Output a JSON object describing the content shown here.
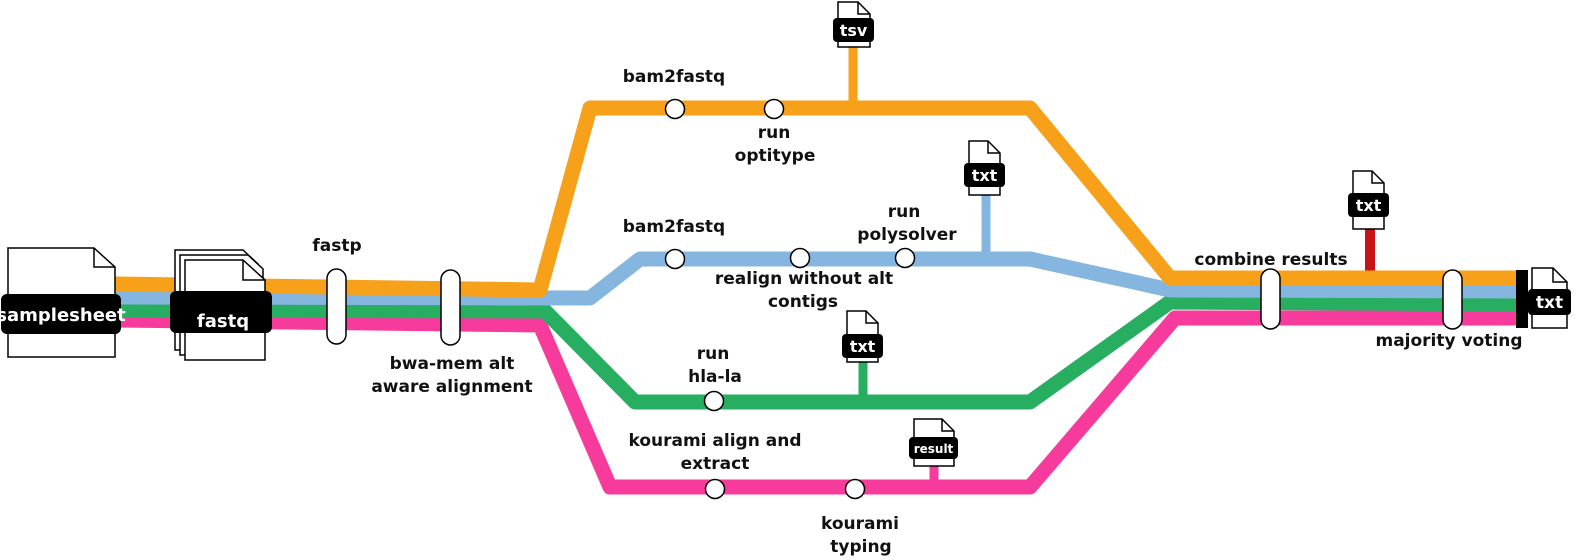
{
  "colors": {
    "optitype": "#f7a11a",
    "polysolver": "#85b6e0",
    "hlala": "#27ae60",
    "kourami": "#f73b9c",
    "combine_output": "#c81414",
    "file_tag": "#000000",
    "background": "#ffffff"
  },
  "input": {
    "samplesheet_label": "samplesheet",
    "fastq_label": "fastq"
  },
  "shared_steps": {
    "fastp": "fastp",
    "bwa_line1": "bwa-mem alt",
    "bwa_line2": "aware alignment"
  },
  "optitype": {
    "bam2fastq": "bam2fastq",
    "run_line1": "run",
    "run_line2": "optitype",
    "output_tag": "tsv"
  },
  "polysolver": {
    "bam2fastq": "bam2fastq",
    "realign_line1": "realign without alt",
    "realign_line2": "contigs",
    "run_line1": "run",
    "run_line2": "polysolver",
    "output_tag": "txt"
  },
  "hlala": {
    "run_line1": "run",
    "run_line2": "hla-la",
    "output_tag": "txt"
  },
  "kourami": {
    "align_line1": "kourami align and",
    "align_line2": "extract",
    "typing_line1": "kourami",
    "typing_line2": "typing",
    "output_tag": "result"
  },
  "combine": {
    "label": "combine results",
    "output_tag": "txt"
  },
  "voting": {
    "label": "majority voting",
    "output_tag": "txt"
  }
}
